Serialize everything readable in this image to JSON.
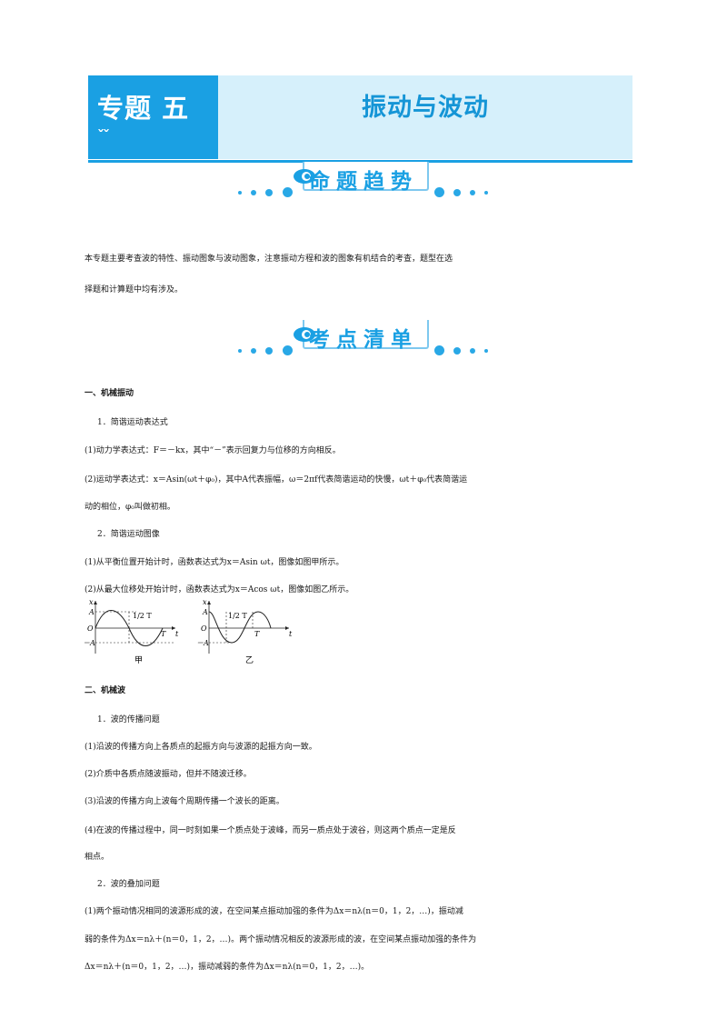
{
  "header": {
    "tab_label": "专题 五",
    "tab_deco": "ˇˇ",
    "title": "振动与波动"
  },
  "sections": {
    "trend": {
      "label": "命题趋势"
    },
    "checklist": {
      "label": "考点清单"
    }
  },
  "intro": {
    "line1": "本专题主要考查波的特性、振动图象与波动图象，注意振动方程和波的图象有机结合的考查，题型在选",
    "line2": "择题和计算题中均有涉及。"
  },
  "part1": {
    "heading": "一、机械振动",
    "sub1": "1．简谐运动表达式",
    "item1": "(1)动力学表达式：F＝－kx，其中“－”表示回复力与位移的方向相反。",
    "item2a": "(2)运动学表达式：x＝Asin(ωt＋φ₀)，其中A代表振幅，ω＝2πf代表简谐运动的快慢，ωt＋φ₀代表简谐运",
    "item2b": "动的相位，φ₀叫做初相。",
    "sub2": "2．简谐运动图像",
    "item3": "(1)从平衡位置开始计时，函数表达式为x＝Asin ωt，图像如图甲所示。",
    "item4": "(2)从最大位移处开始计时，函数表达式为x＝Acos ωt，图像如图乙所示。"
  },
  "figures": {
    "left": {
      "caption": "甲",
      "x_axis": "t",
      "y_axis": "x",
      "tick_A": "A",
      "tick_negA": "－A",
      "origin": "O",
      "half_T": "1/2 T",
      "T": "T"
    },
    "right": {
      "caption": "乙",
      "x_axis": "t",
      "y_axis": "x",
      "tick_A": "A",
      "tick_negA": "－A",
      "origin": "O",
      "half_T": "1/2 T",
      "T": "T"
    }
  },
  "part2": {
    "heading": "二、机械波",
    "sub1": "1．波的传播问题",
    "item1": "(1)沿波的传播方向上各质点的起振方向与波源的起振方向一致。",
    "item2": "(2)介质中各质点随波振动，但并不随波迁移。",
    "item3": "(3)沿波的传播方向上波每个周期传播一个波长的距离。",
    "item4a": "(4)在波的传播过程中，同一时刻如果一个质点处于波峰，而另一质点处于波谷，则这两个质点一定是反",
    "item4b": "相点。",
    "sub2": "2．波的叠加问题",
    "item5a": "(1)两个振动情况相同的波源形成的波，在空间某点振动加强的条件为Δx＝nλ(n＝0，1，2，…)，振动减",
    "item5b": "弱的条件为Δx＝nλ＋(n＝0，1，2，…)。两个振动情况相反的波源形成的波，在空间某点振动加强的条件为",
    "item5c": "Δx＝nλ＋(n＝0，1，2，…)，振动减弱的条件为Δx＝nλ(n＝0，1，2，…)。"
  },
  "colors": {
    "accent": "#1aa0e3",
    "banner_bg": "#d6f0fb",
    "title": "#1595d6"
  }
}
